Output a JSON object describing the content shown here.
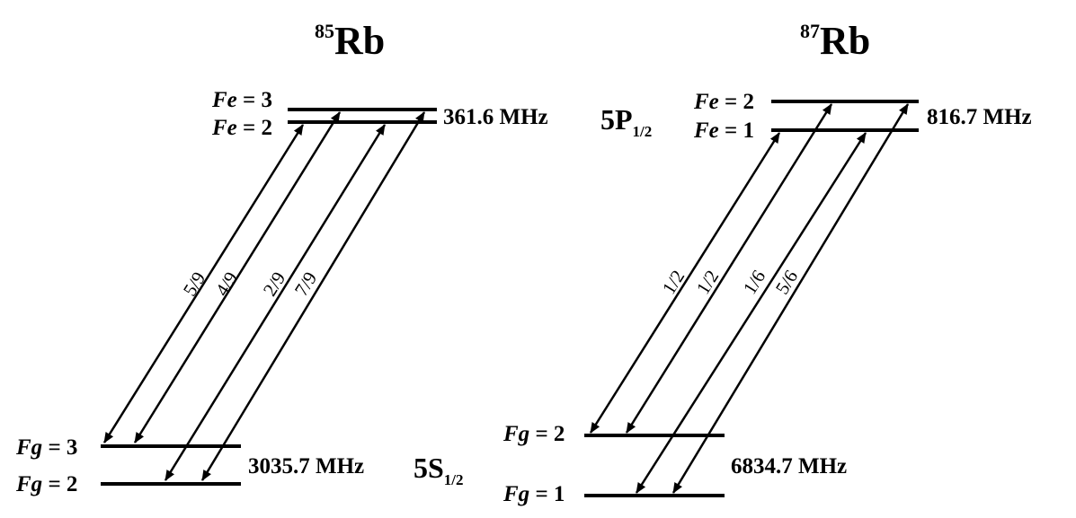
{
  "rb85": {
    "title_sup": "85",
    "title_main": "Rb",
    "fe3_var": "Fe",
    "fe3_rest": " = 3",
    "fe2_var": "Fe",
    "fe2_rest": " = 2",
    "fg3_var": "Fg",
    "fg3_rest": " = 3",
    "fg2_var": "Fg",
    "fg2_rest": " = 2",
    "excited_splitting": "361.6 MHz",
    "ground_splitting": "3035.7 MHz",
    "fractions": [
      "5/9",
      "4/9",
      "2/9",
      "7/9"
    ]
  },
  "rb87": {
    "title_sup": "87",
    "title_main": "Rb",
    "fe2_var": "Fe",
    "fe2_rest": " = 2",
    "fe1_var": "Fe",
    "fe1_rest": " = 1",
    "fg2_var": "Fg",
    "fg2_rest": " = 2",
    "fg1_var": "Fg",
    "fg1_rest": " = 1",
    "excited_splitting": "816.7 MHz",
    "ground_splitting": "6834.7 MHz",
    "fractions": [
      "1/2",
      "1/2",
      "1/6",
      "5/6"
    ]
  },
  "terms": {
    "p_main": "5P",
    "p_sub": "1/2",
    "s_main": "5S",
    "s_sub": "1/2"
  },
  "colors": {
    "ink": "#000000",
    "background": "#ffffff"
  }
}
